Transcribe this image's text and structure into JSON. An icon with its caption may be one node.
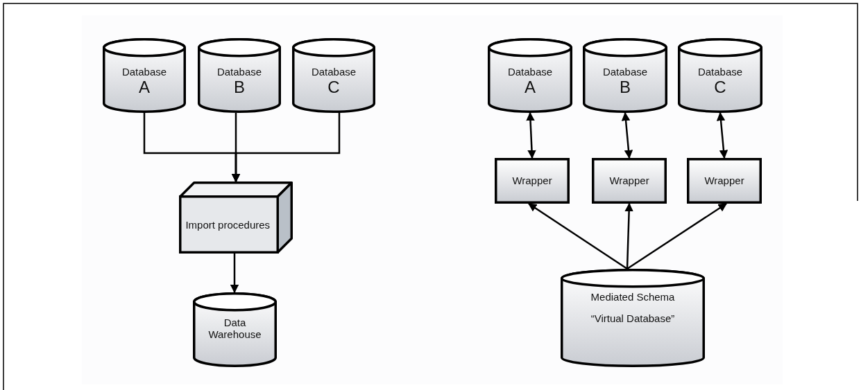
{
  "diagram": {
    "nodes": [
      {
        "text": [
          "Database",
          "A"
        ]
      },
      {
        "text": [
          "Database",
          "B"
        ]
      },
      {
        "text": [
          "Database",
          "C"
        ]
      },
      {
        "text": [
          "Import procedures"
        ]
      },
      {
        "text": [
          "Data Warehouse"
        ]
      },
      {
        "text": [
          "Database",
          "A"
        ]
      },
      {
        "text": [
          "Database",
          "B"
        ]
      },
      {
        "text": [
          "Database",
          "C"
        ]
      },
      {
        "text": [
          "Wrapper"
        ]
      },
      {
        "text": [
          "Wrapper"
        ]
      },
      {
        "text": [
          "Wrapper"
        ]
      },
      {
        "text": [
          "Mediated Schema",
          "“Virtual Database”"
        ]
      }
    ],
    "edges": [
      {
        "from": 0,
        "to": 3,
        "arrow": "to"
      },
      {
        "from": 1,
        "to": 3,
        "arrow": "to"
      },
      {
        "from": 2,
        "to": 3,
        "arrow": "to"
      },
      {
        "from": 3,
        "to": 4,
        "arrow": "to"
      },
      {
        "from": 5,
        "to": 8,
        "arrow": "both"
      },
      {
        "from": 6,
        "to": 9,
        "arrow": "both"
      },
      {
        "from": 7,
        "to": 10,
        "arrow": "both"
      },
      {
        "from": 11,
        "to": 8,
        "arrow": "to"
      },
      {
        "from": 11,
        "to": 9,
        "arrow": "to"
      },
      {
        "from": 11,
        "to": 10,
        "arrow": "to"
      }
    ]
  }
}
